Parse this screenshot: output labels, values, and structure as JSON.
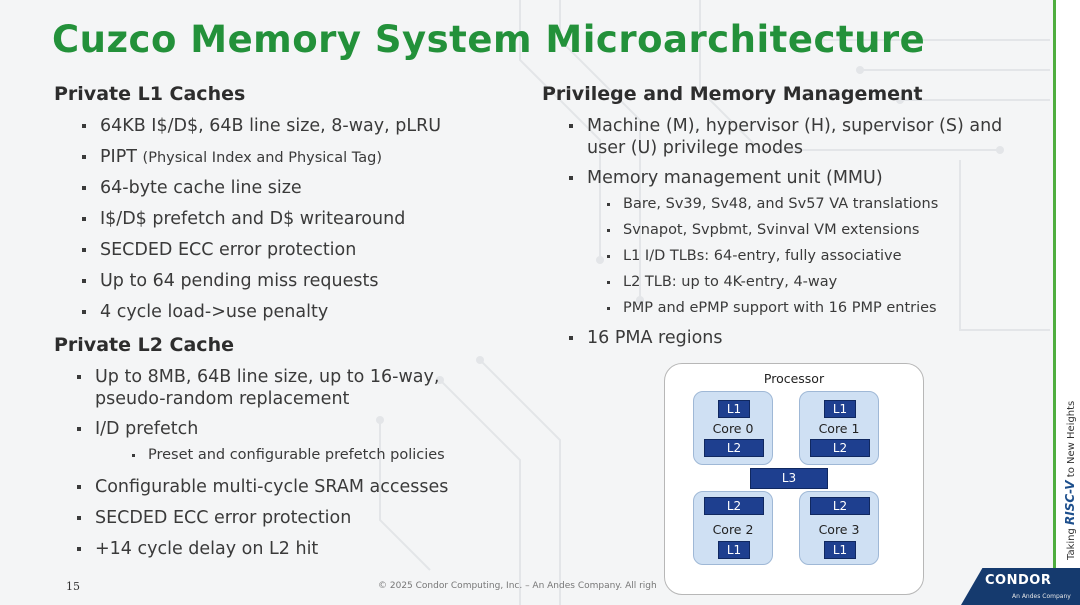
{
  "title": "Cuzco Memory System Microarchitecture",
  "left": {
    "l1_heading": "Private L1 Caches",
    "l1_items": [
      "64KB I$/D$, 64B line size, 8-way, pLRU",
      "PIPT",
      "64-byte cache line size",
      "I$/D$ prefetch and D$ writearound",
      "SECDED ECC error protection",
      "Up to 64 pending miss requests",
      "4 cycle load->use penalty"
    ],
    "pipt_note": "(Physical Index and Physical Tag)",
    "l2_heading": "Private L2 Cache",
    "l2_items": [
      "Up to 8MB, 64B line size, up to 16-way, pseudo-random replacement",
      "I/D prefetch",
      "Configurable multi-cycle SRAM accesses",
      "SECDED ECC error protection",
      "+14 cycle delay on L2 hit"
    ],
    "l2_sub_items": [
      "Preset and configurable prefetch policies"
    ]
  },
  "right": {
    "heading": "Privilege and Memory Management",
    "items": [
      "Machine (M), hypervisor (H), supervisor (S) and user (U) privilege modes",
      "Memory management unit (MMU)",
      "16 PMA regions"
    ],
    "mmu_sub_items": [
      "Bare, Sv39, Sv48, and Sv57 VA translations",
      "Svnapot, Svpbmt, Svinval VM extensions",
      "L1 I/D TLBs: 64-entry, fully associative",
      "L2 TLB: up to 4K-entry, 4-way",
      "PMP and ePMP support with 16 PMP entries"
    ]
  },
  "diagram": {
    "title": "Processor",
    "cores": [
      {
        "name": "Core 0",
        "top": "L1",
        "bottom": "L2"
      },
      {
        "name": "Core 1",
        "top": "L1",
        "bottom": "L2"
      },
      {
        "name": "Core 2",
        "top": "L2",
        "bottom": "L1"
      },
      {
        "name": "Core 3",
        "top": "L2",
        "bottom": "L1"
      }
    ],
    "shared": "L3"
  },
  "footer": {
    "page_number": "15",
    "copyright": "© 2025 Condor Computing, Inc. – An Andes Company. All righ"
  },
  "sidebar": {
    "taking": "Taking",
    "riscv": "RISC-V",
    "tagline": "to New Heights"
  },
  "logo": {
    "name": "CONDOR",
    "sub": "An Andes Company"
  },
  "colors": {
    "title_green": "#23913a",
    "accent_green": "#4fae3f",
    "navy": "#153a6e",
    "tag_blue": "#1e3f8f",
    "core_fill": "#cfe0f3"
  }
}
